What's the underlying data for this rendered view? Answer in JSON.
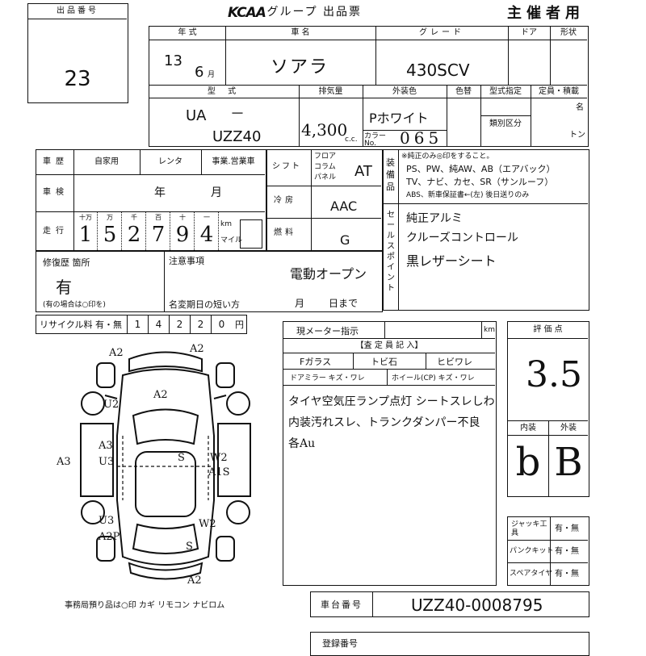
{
  "header": {
    "lot_label": "出品番号",
    "lot_number": "23",
    "logo": "KCAA",
    "group_title": ".グループ 出品票",
    "copy_type": "主催者用"
  },
  "vehicle": {
    "year_label": "年  式",
    "year": "13",
    "month": "6",
    "month_unit": "月",
    "name_label": "車  名",
    "name": "ソアラ",
    "grade_label": "グレード",
    "grade": "430SCV",
    "doors_label": "ドア",
    "body_label": "形状",
    "type_label": "型  式",
    "type_prefix": "UA",
    "type_dash": "－",
    "type_code": "UZZ40",
    "displacement_label": "排気量",
    "displacement": "4,300",
    "displacement_unit": "c.c.",
    "exterior_color_label": "外装色",
    "exterior_color": "Pホワイト",
    "color_no_label": "カラー No.",
    "color_no": "065",
    "color_change_label": "色替",
    "model_spec_label": "型式指定",
    "class_label": "類別区分",
    "capacity_label": "定員・積載",
    "capacity_unit1": "名",
    "capacity_unit2": "トン"
  },
  "history": {
    "label": "車歴",
    "options": [
      "自家用",
      "レンタ",
      "事業.営業車"
    ],
    "inspection_label": "車検",
    "inspection_year": "年",
    "inspection_month": "月",
    "mileage_label": "走行",
    "mileage_units": [
      "十万",
      "万",
      "千",
      "百",
      "十",
      "一"
    ],
    "mileage_digits": [
      "1",
      "5",
      "2",
      "7",
      "9",
      "4"
    ],
    "km_label": "km",
    "mile_label": "マイル"
  },
  "drive": {
    "shift_label": "シフト",
    "shift_options": [
      "フロア",
      "コラム",
      "パネル"
    ],
    "shift_value": "AT",
    "ac_label": "冷房",
    "ac_value": "AAC",
    "fuel_label": "燃料",
    "fuel_value": "G"
  },
  "equipment": {
    "label": "装備品",
    "note": "※純正のみ◎印をすること。",
    "line1": "PS、PW、純AW、AB（エアバック）",
    "line2": "TV、ナビ、カセ、SR（サンルーフ）",
    "line3": "ABS、新車保証書←(左) 後日送りのみ"
  },
  "sales_points": {
    "label": "セールスポイント",
    "lines": [
      "純正アルミ",
      "クルーズコントロール",
      "黒レザーシート"
    ]
  },
  "repair": {
    "label": "修復歴 箇所",
    "value": "有",
    "note": "(有の場合は○印を)"
  },
  "notes": {
    "label": "注意事項",
    "value": "電動オープン",
    "name_change_label": "名変期日の短い方",
    "name_change_month": "月",
    "name_change_day": "日まで"
  },
  "recycle": {
    "label": "リサイクル料 有・無",
    "digits": [
      "1",
      "4",
      "2",
      "2",
      "0"
    ],
    "unit": "円"
  },
  "meter": {
    "label": "現メーター指示",
    "unit": "km"
  },
  "inspector": {
    "header": "【査 定 員 記 入】",
    "glass_label": "Fガラス",
    "glass_items": [
      "トビ石",
      "ヒビワレ"
    ],
    "mirror": "ドアミラー キズ・ワレ",
    "wheel": "ホイール(CP) キズ・ワレ",
    "comments": [
      "タイヤ空気圧ランプ点灯 シートスレしわ",
      "内装汚れスレ、トランクダンパー不良",
      "各Au"
    ]
  },
  "grade_eval": {
    "label": "評 価 点",
    "score": "3.5",
    "interior_label": "内装",
    "exterior_label": "外装",
    "interior": "b",
    "exterior": "B"
  },
  "accessories": {
    "jack_label": "ジャッキ工具",
    "jack_value": "有・無",
    "puncture_label": "パンクキット",
    "puncture_value": "有・無",
    "spare_label": "スペアタイヤ",
    "spare_value": "有・無"
  },
  "chassis": {
    "label": "車台番号",
    "value": "UZZ40-0008795"
  },
  "footer": {
    "office_items": "事務局預り品は○印  カギ  リモコン  ナビロム",
    "bottom_label": "登録番号"
  },
  "damage_marks": [
    "A2",
    "A2",
    "A2",
    "U2",
    "A3",
    "U3",
    "A3",
    "S",
    "W2",
    "A1S",
    "U3",
    "A2P",
    "W2",
    "S",
    "A2"
  ]
}
